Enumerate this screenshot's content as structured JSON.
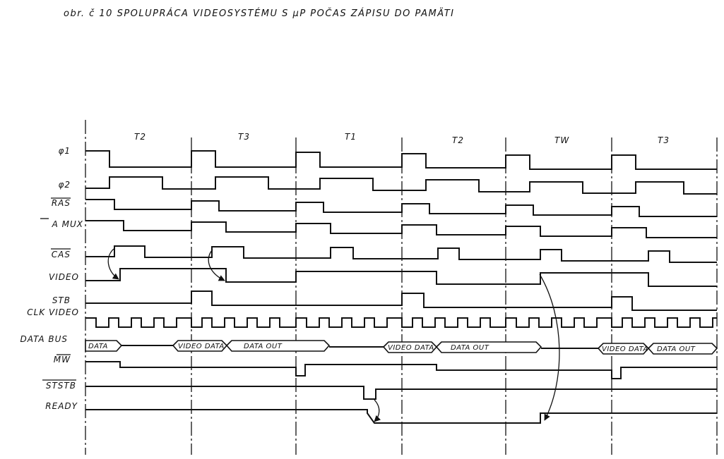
{
  "caption": "obr. č 10   SPOLUPRÁCA VIDEOSYSTÉMU S µP POČAS ZÁPISU DO PAMÄTI",
  "cycles": [
    "T2",
    "T3",
    "T1",
    "T2",
    "TW",
    "T3"
  ],
  "signals": {
    "phi1": "φ1",
    "phi2": "φ2",
    "ras": "RAS",
    "amux": "A MUX",
    "cas": "CAS",
    "video": "VIDEO",
    "stb": "STB",
    "clkvideo": "CLK VIDEO",
    "databus": "DATA BUS",
    "mw": "MW",
    "ststb": "STSTB",
    "ready": "READY"
  },
  "bus_segments": {
    "s1": "DATA",
    "s2": "VIDEO DATA",
    "s3": "DATA OUT",
    "s4": "VIDEO DATA",
    "s5": "DATA OUT",
    "s6": "VIDEO DATA",
    "s7": "DATA OUT"
  }
}
